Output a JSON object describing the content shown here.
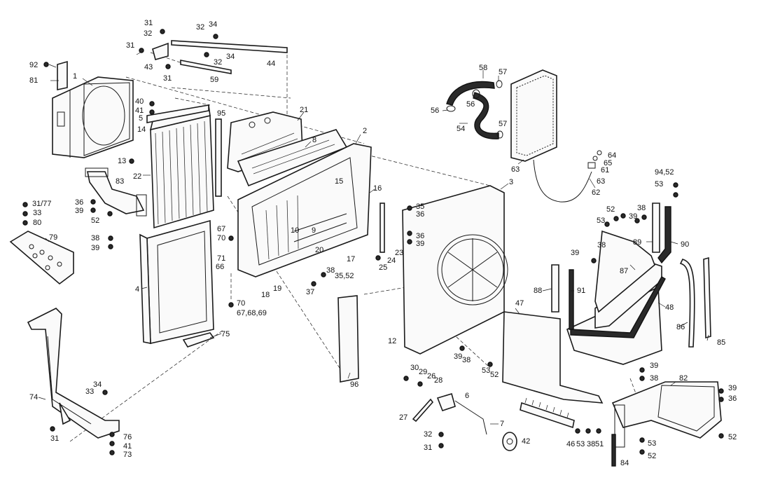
{
  "callouts": [
    {
      "id": "c1",
      "text": "1"
    },
    {
      "id": "c2",
      "text": "2"
    },
    {
      "id": "c3",
      "text": "3"
    },
    {
      "id": "c4",
      "text": "4"
    },
    {
      "id": "c5",
      "text": "5"
    },
    {
      "id": "c6",
      "text": "6"
    },
    {
      "id": "c7",
      "text": "7"
    },
    {
      "id": "c8",
      "text": "8"
    },
    {
      "id": "c9",
      "text": "9"
    },
    {
      "id": "c10",
      "text": "10"
    },
    {
      "id": "c12",
      "text": "12"
    },
    {
      "id": "c13",
      "text": "13"
    },
    {
      "id": "c14",
      "text": "14"
    },
    {
      "id": "c15",
      "text": "15"
    },
    {
      "id": "c16",
      "text": "16"
    },
    {
      "id": "c17",
      "text": "17"
    },
    {
      "id": "c18",
      "text": "18"
    },
    {
      "id": "c19",
      "text": "19"
    },
    {
      "id": "c20",
      "text": "20"
    },
    {
      "id": "c21",
      "text": "21"
    },
    {
      "id": "c22",
      "text": "22"
    },
    {
      "id": "c23",
      "text": "23"
    },
    {
      "id": "c24",
      "text": "24"
    },
    {
      "id": "c25",
      "text": "25"
    },
    {
      "id": "c26",
      "text": "26"
    },
    {
      "id": "c27",
      "text": "27"
    },
    {
      "id": "c28",
      "text": "28"
    },
    {
      "id": "c29",
      "text": "29"
    },
    {
      "id": "c30",
      "text": "30"
    },
    {
      "id": "c31a",
      "text": "31"
    },
    {
      "id": "c31b",
      "text": "31"
    },
    {
      "id": "c31c",
      "text": "31"
    },
    {
      "id": "c31d",
      "text": "31"
    },
    {
      "id": "c31e",
      "text": "31"
    },
    {
      "id": "c3177",
      "text": "31/77"
    },
    {
      "id": "c32a",
      "text": "32"
    },
    {
      "id": "c32b",
      "text": "32"
    },
    {
      "id": "c32c",
      "text": "32"
    },
    {
      "id": "c32d",
      "text": "32"
    },
    {
      "id": "c33a",
      "text": "33"
    },
    {
      "id": "c33b",
      "text": "33"
    },
    {
      "id": "c34a",
      "text": "34"
    },
    {
      "id": "c34b",
      "text": "34"
    },
    {
      "id": "c34c",
      "text": "34"
    },
    {
      "id": "c35",
      "text": "35"
    },
    {
      "id": "c3552",
      "text": "35,52"
    },
    {
      "id": "c36a",
      "text": "36"
    },
    {
      "id": "c36b",
      "text": "36"
    },
    {
      "id": "c36c",
      "text": "36"
    },
    {
      "id": "c36d",
      "text": "36"
    },
    {
      "id": "c37",
      "text": "37"
    },
    {
      "id": "c38a",
      "text": "38"
    },
    {
      "id": "c38b",
      "text": "38"
    },
    {
      "id": "c38c",
      "text": "38"
    },
    {
      "id": "c38d",
      "text": "38"
    },
    {
      "id": "c38e",
      "text": "38"
    },
    {
      "id": "c38f",
      "text": "38"
    },
    {
      "id": "c38g",
      "text": "38"
    },
    {
      "id": "c39a",
      "text": "39"
    },
    {
      "id": "c39b",
      "text": "39"
    },
    {
      "id": "c39c",
      "text": "39"
    },
    {
      "id": "c39d",
      "text": "39"
    },
    {
      "id": "c39e",
      "text": "39"
    },
    {
      "id": "c39f",
      "text": "39"
    },
    {
      "id": "c39g",
      "text": "39"
    },
    {
      "id": "c39h",
      "text": "39"
    },
    {
      "id": "c40",
      "text": "40"
    },
    {
      "id": "c41a",
      "text": "41"
    },
    {
      "id": "c41b",
      "text": "41"
    },
    {
      "id": "c42",
      "text": "42"
    },
    {
      "id": "c43",
      "text": "43"
    },
    {
      "id": "c44",
      "text": "44"
    },
    {
      "id": "c46",
      "text": "46"
    },
    {
      "id": "c47",
      "text": "47"
    },
    {
      "id": "c48",
      "text": "48"
    },
    {
      "id": "c51",
      "text": "51"
    },
    {
      "id": "c52a",
      "text": "52"
    },
    {
      "id": "c52b",
      "text": "52"
    },
    {
      "id": "c52c",
      "text": "52"
    },
    {
      "id": "c52d",
      "text": "52"
    },
    {
      "id": "c52e",
      "text": "52"
    },
    {
      "id": "c53a",
      "text": "53"
    },
    {
      "id": "c53b",
      "text": "53"
    },
    {
      "id": "c53c",
      "text": "53"
    },
    {
      "id": "c53d",
      "text": "53"
    },
    {
      "id": "c53e",
      "text": "53"
    },
    {
      "id": "c54",
      "text": "54"
    },
    {
      "id": "c56a",
      "text": "56"
    },
    {
      "id": "c56b",
      "text": "56"
    },
    {
      "id": "c57a",
      "text": "57"
    },
    {
      "id": "c57b",
      "text": "57"
    },
    {
      "id": "c58",
      "text": "58"
    },
    {
      "id": "c59",
      "text": "59"
    },
    {
      "id": "c61",
      "text": "61"
    },
    {
      "id": "c62",
      "text": "62"
    },
    {
      "id": "c63a",
      "text": "63"
    },
    {
      "id": "c63b",
      "text": "63"
    },
    {
      "id": "c64",
      "text": "64"
    },
    {
      "id": "c65",
      "text": "65"
    },
    {
      "id": "c66",
      "text": "66"
    },
    {
      "id": "c67",
      "text": "67"
    },
    {
      "id": "c676869",
      "text": "67,68,69"
    },
    {
      "id": "c70a",
      "text": "70"
    },
    {
      "id": "c70b",
      "text": "70"
    },
    {
      "id": "c71",
      "text": "71"
    },
    {
      "id": "c73",
      "text": "73"
    },
    {
      "id": "c74",
      "text": "74"
    },
    {
      "id": "c75",
      "text": "75"
    },
    {
      "id": "c76",
      "text": "76"
    },
    {
      "id": "c79",
      "text": "79"
    },
    {
      "id": "c80",
      "text": "80"
    },
    {
      "id": "c81",
      "text": "81"
    },
    {
      "id": "c82",
      "text": "82"
    },
    {
      "id": "c83",
      "text": "83"
    },
    {
      "id": "c84",
      "text": "84"
    },
    {
      "id": "c85",
      "text": "85"
    },
    {
      "id": "c86",
      "text": "86"
    },
    {
      "id": "c87",
      "text": "87"
    },
    {
      "id": "c88",
      "text": "88"
    },
    {
      "id": "c89",
      "text": "89"
    },
    {
      "id": "c90",
      "text": "90"
    },
    {
      "id": "c91",
      "text": "91"
    },
    {
      "id": "c92",
      "text": "92"
    },
    {
      "id": "c9452",
      "text": "94,52"
    },
    {
      "id": "c95",
      "text": "95"
    },
    {
      "id": "c96",
      "text": "96"
    }
  ]
}
